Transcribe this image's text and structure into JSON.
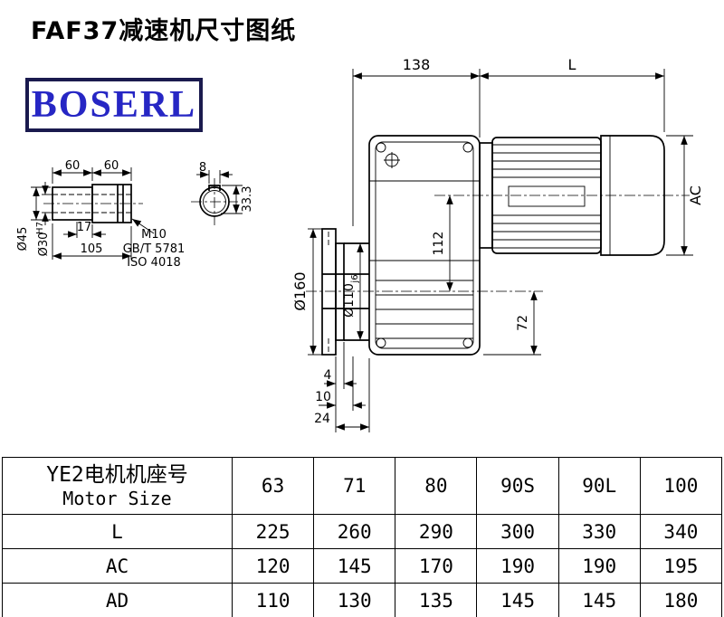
{
  "page": {
    "title": "FAF37减速机尺寸图纸",
    "brand": "BOSERL"
  },
  "drawing": {
    "dim_138": "138",
    "dim_L": "L",
    "dim_AC": "AC",
    "dim_112": "112",
    "dim_72": "72",
    "dim_160": "Ø160",
    "dim_110": "Ø110",
    "dim_110_tol": "j6",
    "dim_4": "4",
    "dim_10": "10",
    "dim_24": "24",
    "detail": {
      "dim_60a": "60",
      "dim_60b": "60",
      "dim_17": "17",
      "dim_105": "105",
      "dim_45": "Ø45",
      "dim_30": "Ø30",
      "dim_30_tol": "H7",
      "thread": "M10",
      "std_gb": "GB/T 5781",
      "std_iso": "ISO 4018",
      "dim_8": "8",
      "dim_333": "33.3"
    }
  },
  "table": {
    "header_cn": "YE2电机机座号",
    "header_en": "Motor Size",
    "sizes": [
      "63",
      "71",
      "80",
      "90S",
      "90L",
      "100"
    ],
    "rows": [
      {
        "label": "L",
        "values": [
          "225",
          "260",
          "290",
          "300",
          "330",
          "340"
        ]
      },
      {
        "label": "AC",
        "values": [
          "120",
          "145",
          "170",
          "190",
          "190",
          "195"
        ]
      },
      {
        "label": "AD",
        "values": [
          "110",
          "130",
          "135",
          "145",
          "145",
          "180"
        ]
      }
    ]
  }
}
